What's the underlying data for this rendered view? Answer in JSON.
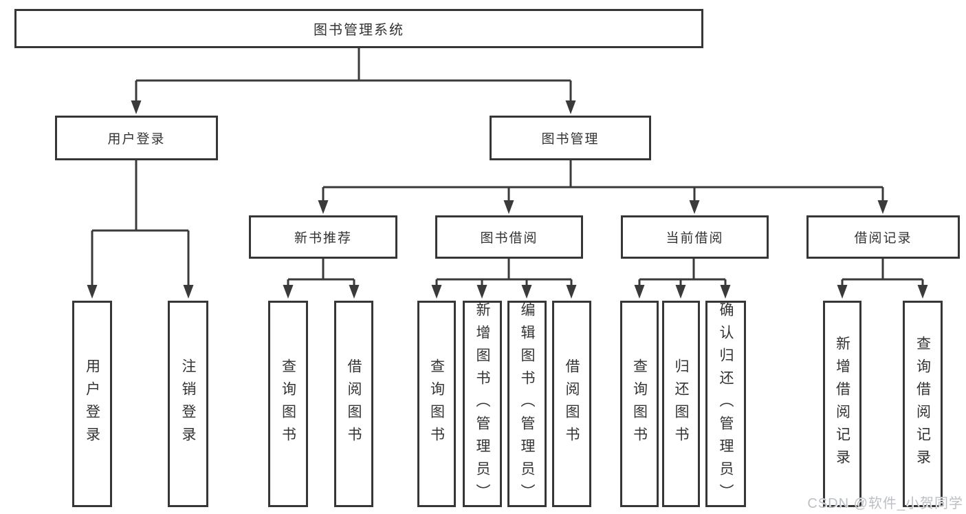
{
  "tree": {
    "root": "图书管理系统",
    "children": [
      {
        "label": "用户登录",
        "children": [
          "用户登录",
          "注销登录"
        ]
      },
      {
        "label": "图书管理",
        "children": [
          {
            "label": "新书推荐",
            "children": [
              "查询图书",
              "借阅图书"
            ]
          },
          {
            "label": "图书借阅",
            "children": [
              "查询图书",
              "新增图书（管理员）",
              "编辑图书（管理员）",
              "借阅图书"
            ]
          },
          {
            "label": "当前借阅",
            "children": [
              "查询图书",
              "归还图书",
              "确认归还（管理员）"
            ]
          },
          {
            "label": "借阅记录",
            "children": [
              "新增借阅记录",
              "查询借阅记录"
            ]
          }
        ]
      }
    ]
  },
  "watermark": {
    "text": "CSDN @软件_小贺同学"
  },
  "colors": {
    "line": "#3a3a3a",
    "box_border": "#363636",
    "text": "#333333",
    "watermark": "#bcc0c5",
    "background": "#ffffff"
  }
}
